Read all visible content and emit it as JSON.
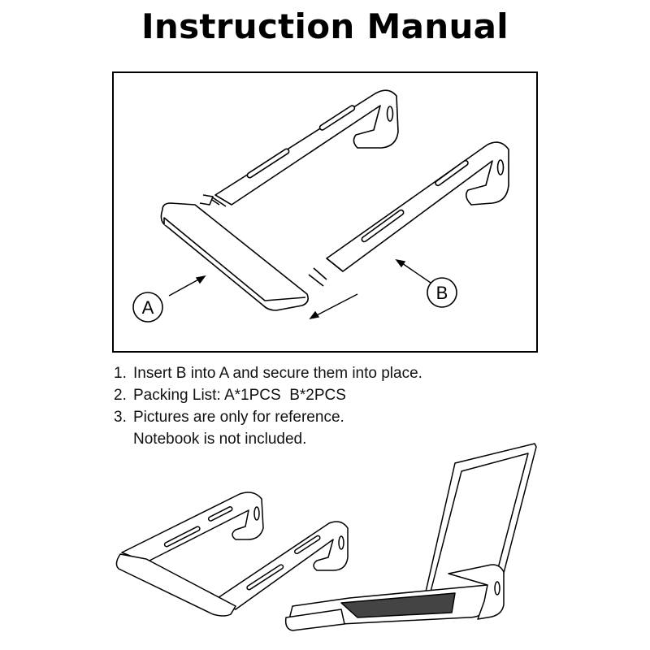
{
  "title": "Instruction Manual",
  "diagram": {
    "label_a": "A",
    "label_b": "B"
  },
  "steps": [
    {
      "num": "1.",
      "text": "Insert B into A and secure them into place."
    },
    {
      "num": "2.",
      "text": "Packing List: A*1PCS  B*2PCS"
    },
    {
      "num": "3.",
      "text": "Pictures are only for reference."
    }
  ],
  "step3_line2": "Notebook is not included."
}
